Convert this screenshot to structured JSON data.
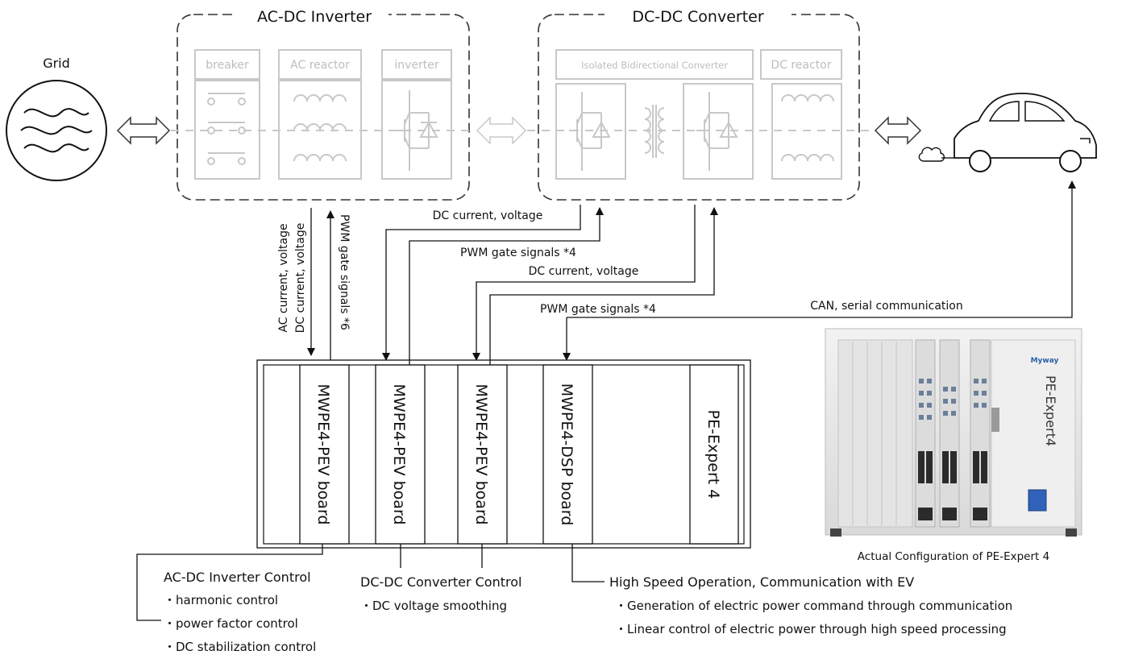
{
  "grid": {
    "label": "Grid"
  },
  "ac_dc_inverter": {
    "title": "AC-DC Inverter",
    "components": [
      "breaker",
      "AC reactor",
      "inverter"
    ]
  },
  "dc_dc_converter": {
    "title": "DC-DC Converter",
    "components": [
      "Isolated Bidirectional Converter",
      "DC reactor"
    ]
  },
  "signals": {
    "ac_current_voltage": "AC current, voltage",
    "dc_current_voltage_1": "DC current, voltage",
    "pwm_gate_6": "PWM gate signals *6",
    "dc_current_voltage_2": "DC current, voltage",
    "pwm_gate_4_a": "PWM gate signals *4",
    "dc_current_voltage_3": "DC current, voltage",
    "pwm_gate_4_b": "PWM gate signals *4",
    "can_serial": "CAN, serial communication"
  },
  "boards": [
    "MWPE4-PEV board",
    "MWPE4-PEV board",
    "MWPE4-PEV board",
    "MWPE4-DSP board",
    "PE-Expert 4"
  ],
  "photo": {
    "caption": "Actual Configuration of PE-Expert 4",
    "brand": "Myway",
    "product": "PE-Expert4"
  },
  "controls": {
    "ac_dc": {
      "title": "AC-DC Inverter Control",
      "items": [
        "・harmonic control",
        "・power factor control",
        "・DC stabilization control"
      ]
    },
    "dc_dc": {
      "title": "DC-DC Converter Control",
      "items": [
        "・DC voltage smoothing"
      ]
    },
    "dsp": {
      "title": "High Speed Operation, Communication with EV",
      "items": [
        "・Generation of electric power command through communication",
        "・Linear control of electric power through high speed processing"
      ]
    }
  }
}
